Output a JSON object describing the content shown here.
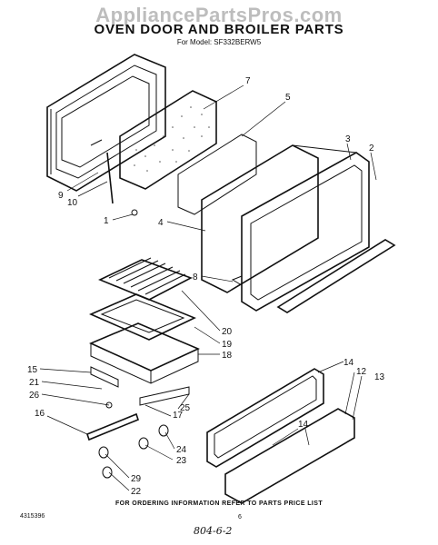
{
  "watermark": "AppliancePartsPros.com",
  "title": "OVEN DOOR AND BROILER PARTS",
  "subtitle": "For Model: SF332BERW5",
  "footer_note": "FOR ORDERING INFORMATION REFER TO PARTS PRICE LIST",
  "doc_number": "4315396",
  "page_number": "6",
  "handwritten": "804-6-2",
  "callouts": [
    "1",
    "2",
    "3",
    "4",
    "5",
    "7",
    "8",
    "9",
    "10",
    "12",
    "13",
    "14",
    "15",
    "16",
    "17",
    "17",
    "18",
    "19",
    "20",
    "21",
    "22",
    "23",
    "24",
    "25",
    "26",
    "29"
  ]
}
